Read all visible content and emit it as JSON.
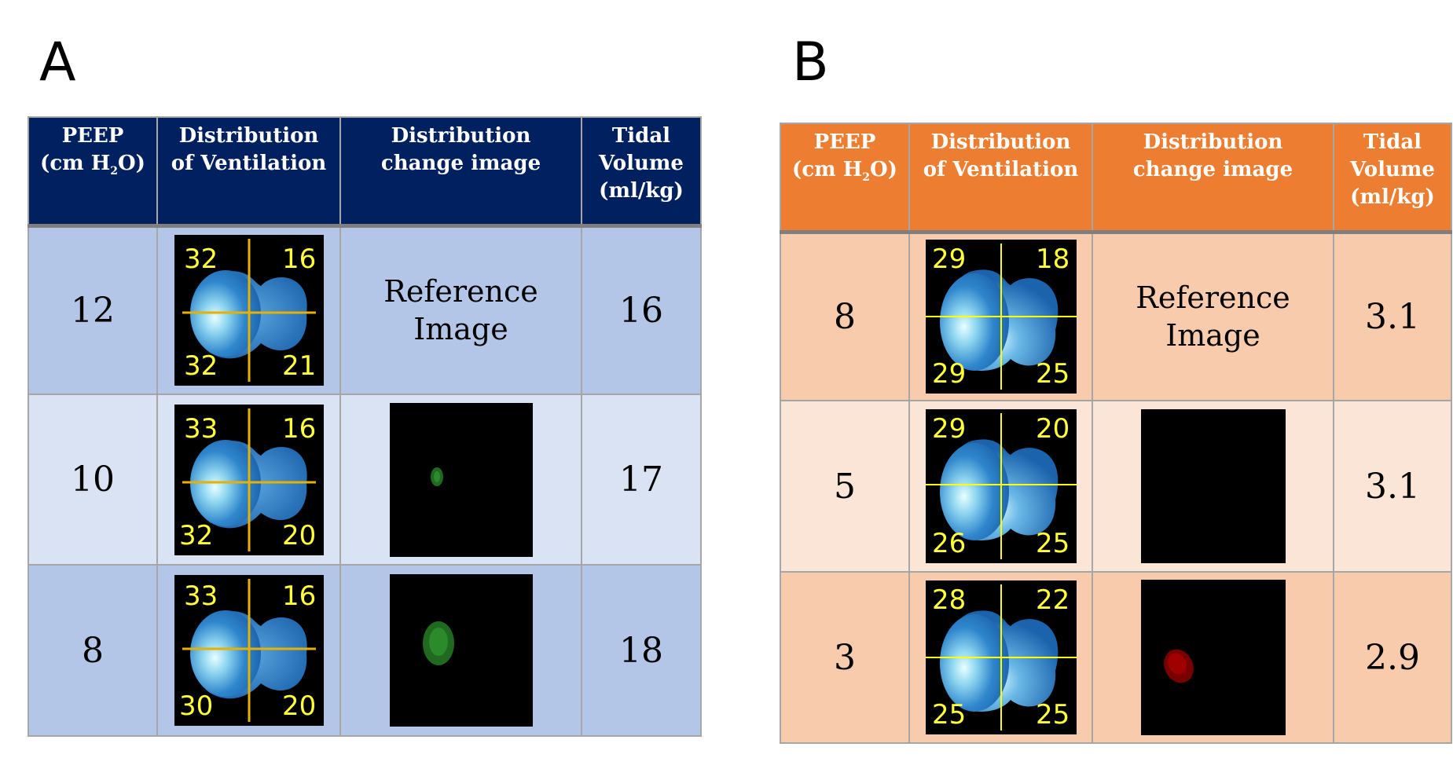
{
  "panels": [
    {
      "letter": "A",
      "headers": {
        "peep_line1": "PEEP",
        "peep_line2": "(cm H",
        "peep_sub": "2",
        "peep_line2_end": "O)",
        "dist_line1": "Distribution",
        "dist_line2": "of Ventilation",
        "change_line1": "Distribution",
        "change_line2": "change image",
        "tidal_line1": "Tidal",
        "tidal_line2": "Volume",
        "tidal_line3": "(ml/kg)"
      },
      "rows": [
        {
          "peep": "12",
          "quadrants": {
            "tl": "32",
            "tr": "16",
            "bl": "32",
            "br": "21"
          },
          "change_text_1": "Reference",
          "change_text_2": "Image",
          "change_spot": "none",
          "tidal": "16"
        },
        {
          "peep": "10",
          "quadrants": {
            "tl": "33",
            "tr": "16",
            "bl": "32",
            "br": "20"
          },
          "change_spot": "small-green",
          "tidal": "17"
        },
        {
          "peep": "8",
          "quadrants": {
            "tl": "33",
            "tr": "16",
            "bl": "30",
            "br": "20"
          },
          "change_spot": "large-green",
          "tidal": "18"
        }
      ],
      "colors": {
        "header": "#00205f",
        "row_dark": "#b4c6e7",
        "row_light": "#dae3f3",
        "crosshair": "#e8b000"
      }
    },
    {
      "letter": "B",
      "headers": {
        "peep_line1": "PEEP",
        "peep_line2": "(cm H",
        "peep_sub": "2",
        "peep_line2_end": "O)",
        "dist_line1": "Distribution",
        "dist_line2": "of Ventilation",
        "change_line1": "Distribution",
        "change_line2": "change image",
        "tidal_line1": "Tidal",
        "tidal_line2": "Volume",
        "tidal_line3": "(ml/kg)"
      },
      "rows": [
        {
          "peep": "8",
          "quadrants": {
            "tl": "29",
            "tr": "18",
            "bl": "29",
            "br": "25"
          },
          "change_text_1": "Reference",
          "change_text_2": "Image",
          "change_spot": "none",
          "tidal": "3.1"
        },
        {
          "peep": "5",
          "quadrants": {
            "tl": "29",
            "tr": "20",
            "bl": "26",
            "br": "25"
          },
          "change_spot": "blank",
          "tidal": "3.1"
        },
        {
          "peep": "3",
          "quadrants": {
            "tl": "28",
            "tr": "22",
            "bl": "25",
            "br": "25"
          },
          "change_spot": "red",
          "tidal": "2.9"
        }
      ],
      "colors": {
        "header": "#ed7d31",
        "row_dark": "#f8cbad",
        "row_light": "#fbe5d6",
        "crosshair": "#ffff00"
      }
    }
  ]
}
